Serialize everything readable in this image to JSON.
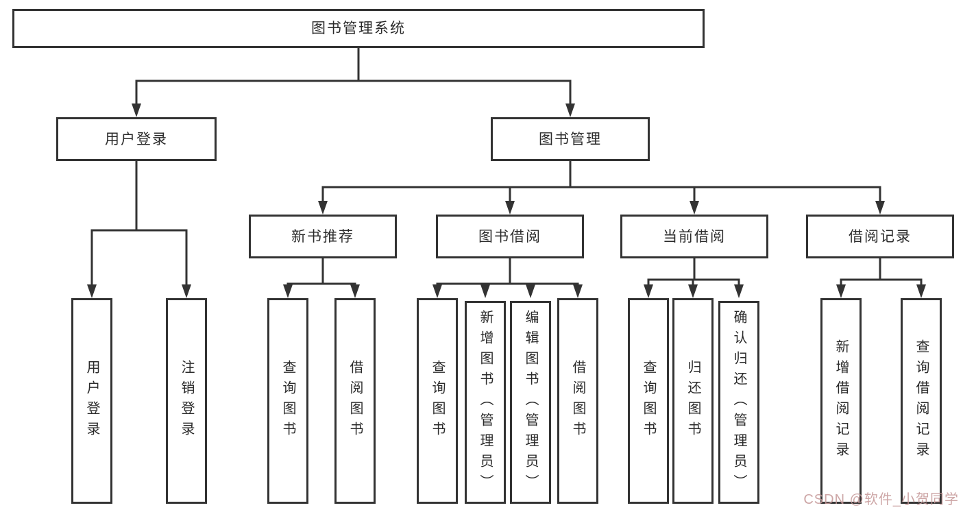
{
  "tree": {
    "label": "图书管理系统",
    "children": [
      {
        "label": "用户登录",
        "children": [
          {
            "label": "用户登录"
          },
          {
            "label": "注销登录"
          }
        ]
      },
      {
        "label": "图书管理",
        "children": [
          {
            "label": "新书推荐",
            "children": [
              {
                "label": "查询图书"
              },
              {
                "label": "借阅图书"
              }
            ]
          },
          {
            "label": "图书借阅",
            "children": [
              {
                "label": "查询图书"
              },
              {
                "label": "新增图书（管理员）"
              },
              {
                "label": "编辑图书（管理员）"
              },
              {
                "label": "借阅图书"
              }
            ]
          },
          {
            "label": "当前借阅",
            "children": [
              {
                "label": "查询图书"
              },
              {
                "label": "归还图书"
              },
              {
                "label": "确认归还（管理员）"
              }
            ]
          },
          {
            "label": "借阅记录",
            "children": [
              {
                "label": "新增借阅记录"
              },
              {
                "label": "查询借阅记录"
              }
            ]
          }
        ]
      }
    ]
  },
  "watermark": {
    "text": "CSDN @软件_小贺同学",
    "color": "rgba(196,150,150,0.85)"
  },
  "colors": {
    "line": "#333333",
    "box_border": "#333333",
    "text": "#2b2b2b",
    "background": "#ffffff",
    "watermark": "#c99a9a"
  }
}
